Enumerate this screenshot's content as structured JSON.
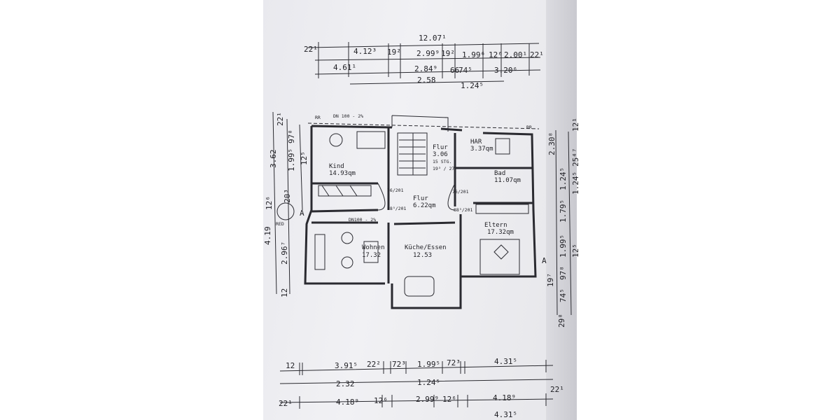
{
  "top_dimensions": {
    "total": "12.07¹",
    "row1": [
      "22¹",
      "4.12³",
      "19²",
      "2.99⁹",
      "19²",
      "1.99⁶",
      "12⁶",
      "2.00¹",
      "22¹"
    ],
    "row2": [
      "4.61¹",
      "2.84⁹",
      "66",
      "74⁵",
      "3.20⁶"
    ],
    "row3": [
      "2.58",
      "1.24⁵"
    ]
  },
  "roof_notes": [
    "DN 100 - 2%",
    "DN100 - 2%",
    "RR",
    "RR"
  ],
  "rooms": {
    "kind": {
      "name": "Kind",
      "area": "14.93qm"
    },
    "flur_top": {
      "name": "Flur",
      "area": "3.06",
      "stairs": "15 STG.",
      "ratio": "19³ / 27"
    },
    "har": {
      "name": "HAR",
      "area": "3.37qm"
    },
    "bad": {
      "name": "Bad",
      "area": "11.07qm"
    },
    "flur_mid": {
      "name": "Flur",
      "area": "6.22qm"
    },
    "wohnen": {
      "name": "Wohnen",
      "area": "17.32"
    },
    "kueche": {
      "name": "Küche/Essen",
      "area": "12.53"
    },
    "eltern": {
      "name": "Eltern",
      "area": "17.32qm"
    }
  },
  "door_labels": [
    "76/201",
    "76/201",
    "88⁵/201",
    "88⁵/201"
  ],
  "left_dimensions": [
    "22¹",
    "97⁸",
    "1.99⁵",
    "12⁵",
    "3.62",
    "20³",
    "12⁶",
    "4.19",
    "2.96⁷",
    "12"
  ],
  "right_dimensions": [
    "2.30⁸",
    "1.24⁵",
    "1.79⁵",
    "1.99⁵",
    "19⁷",
    "97⁸",
    "74⁵",
    "29⁸",
    "12⁵",
    "1.24⁵",
    "12¹",
    "25⁴⁷"
  ],
  "section_marks": [
    "A",
    "A",
    "RED"
  ],
  "bottom_dimensions": {
    "row1": [
      "12",
      "3.91⁵",
      "22²",
      "72³",
      "1.99⁵",
      "72³",
      "4.31⁵"
    ],
    "row2": [
      "2.32",
      "1.24⁵"
    ],
    "row3": [
      "22¹",
      "4.18⁹",
      "12⁶",
      "2.99⁹",
      "12⁶",
      "4.18⁹",
      "22¹"
    ],
    "row4": [
      "4.31⁵"
    ]
  },
  "colors": {
    "paper": "#ececf0",
    "ink": "#2a2a30"
  }
}
